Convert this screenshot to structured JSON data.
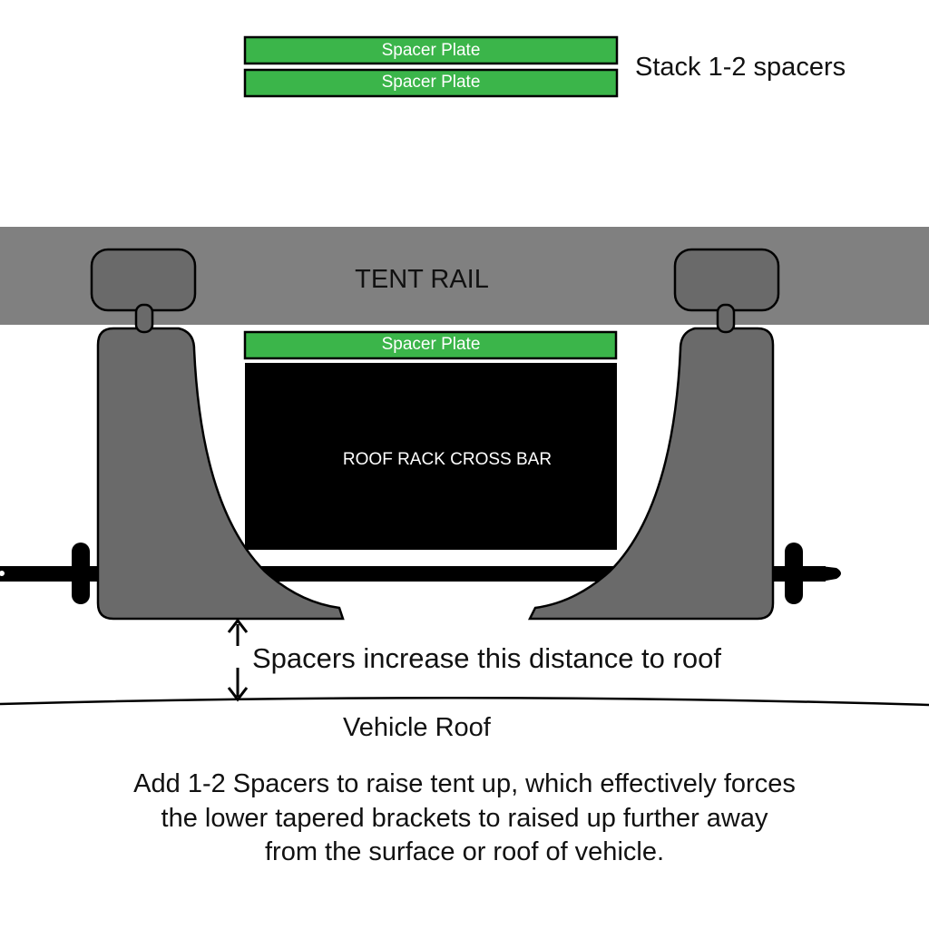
{
  "colors": {
    "spacer_green": "#3bb54a",
    "tent_rail_gray": "#808080",
    "bracket_gray": "#6a6a6a",
    "crossbar_black": "#000000"
  },
  "spacers": {
    "stacked_labels": [
      "Spacer Plate",
      "Spacer Plate"
    ],
    "installed_label": "Spacer Plate",
    "stack_note": "Stack 1-2 spacers"
  },
  "tent_rail": {
    "label": "TENT RAIL"
  },
  "crossbar": {
    "label": "ROOF RACK CROSS BAR"
  },
  "distance_note": "Spacers increase this distance to roof",
  "vehicle_roof": {
    "label": "Vehicle Roof"
  },
  "caption": {
    "line1": "Add 1-2 Spacers to raise tent up, which effectively forces",
    "line2": "the lower tapered brackets to raised up further away",
    "line3": "from the surface or roof of vehicle."
  }
}
